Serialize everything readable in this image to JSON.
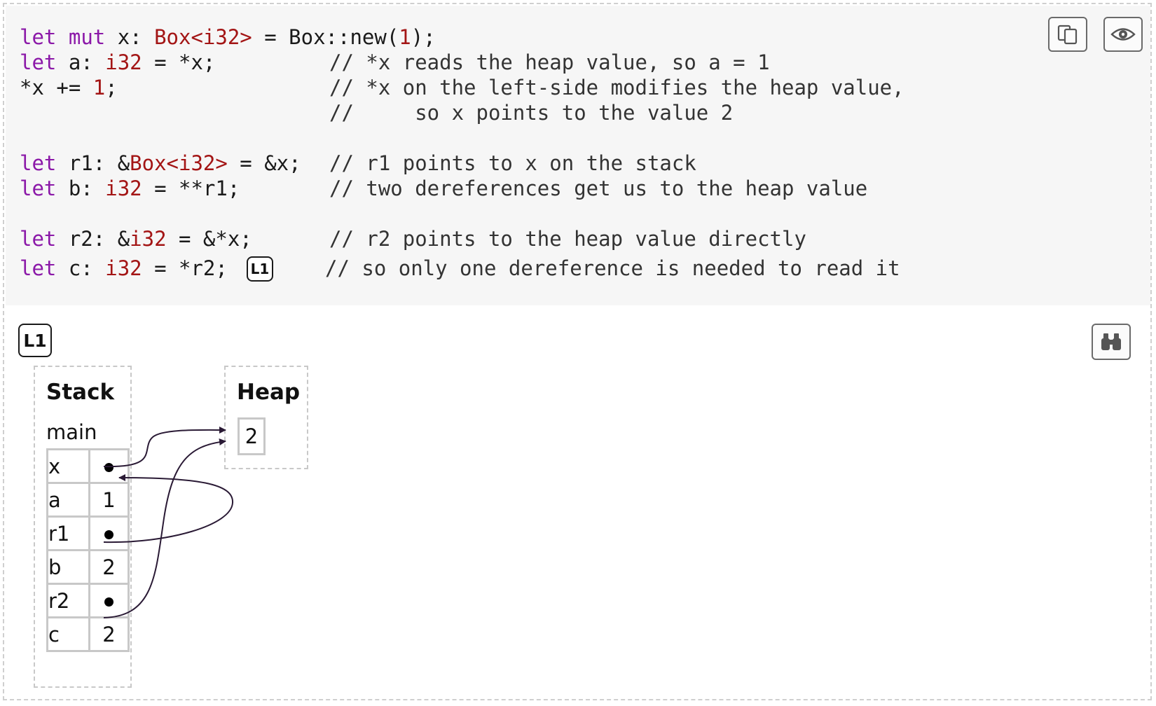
{
  "code": {
    "lines": [
      {
        "let": "let",
        "mut": "mut",
        "pre": " x: ",
        "type": "Box<i32>",
        "mid": " = Box::new(",
        "num": "1",
        "post": ");"
      },
      {
        "let": "let",
        "pre": " a: ",
        "type": "i32",
        "post": " = *x;",
        "comment": "// *x reads the heap value, so a = 1"
      },
      {
        "pre": "*x += ",
        "num": "1",
        "post": ";",
        "comment": "// *x on the left-side modifies the heap value,"
      },
      {
        "comment": "//     so x points to the value 2"
      },
      {
        "let": "let",
        "pre": " r1: &",
        "type": "Box<i32>",
        "post": " = &x;",
        "comment": "// r1 points to x on the stack"
      },
      {
        "let": "let",
        "pre": " b: ",
        "type": "i32",
        "post": " = **r1;",
        "comment": "// two dereferences get us to the heap value"
      },
      {
        "let": "let",
        "pre": " r2: &",
        "type": "i32",
        "post": " = &*x;",
        "comment": "// r2 points to the heap value directly"
      },
      {
        "let": "let",
        "pre": " c: ",
        "type": "i32",
        "post": " = *r2;",
        "comment": "// so only one dereference is needed to read it"
      }
    ],
    "inline_marker": "L1"
  },
  "toolbar": {
    "copy_icon": "copy-icon",
    "eye_icon": "eye-icon",
    "binoculars_icon": "binoculars-icon"
  },
  "diagram": {
    "marker": "L1",
    "stack_title": "Stack",
    "heap_title": "Heap",
    "frame_name": "main",
    "stack_rows": [
      {
        "name": "x",
        "value": "",
        "pointer": true
      },
      {
        "name": "a",
        "value": "1",
        "pointer": false
      },
      {
        "name": "r1",
        "value": "",
        "pointer": true
      },
      {
        "name": "b",
        "value": "2",
        "pointer": false
      },
      {
        "name": "r2",
        "value": "",
        "pointer": true
      },
      {
        "name": "c",
        "value": "2",
        "pointer": false
      }
    ],
    "heap_value": "2"
  }
}
